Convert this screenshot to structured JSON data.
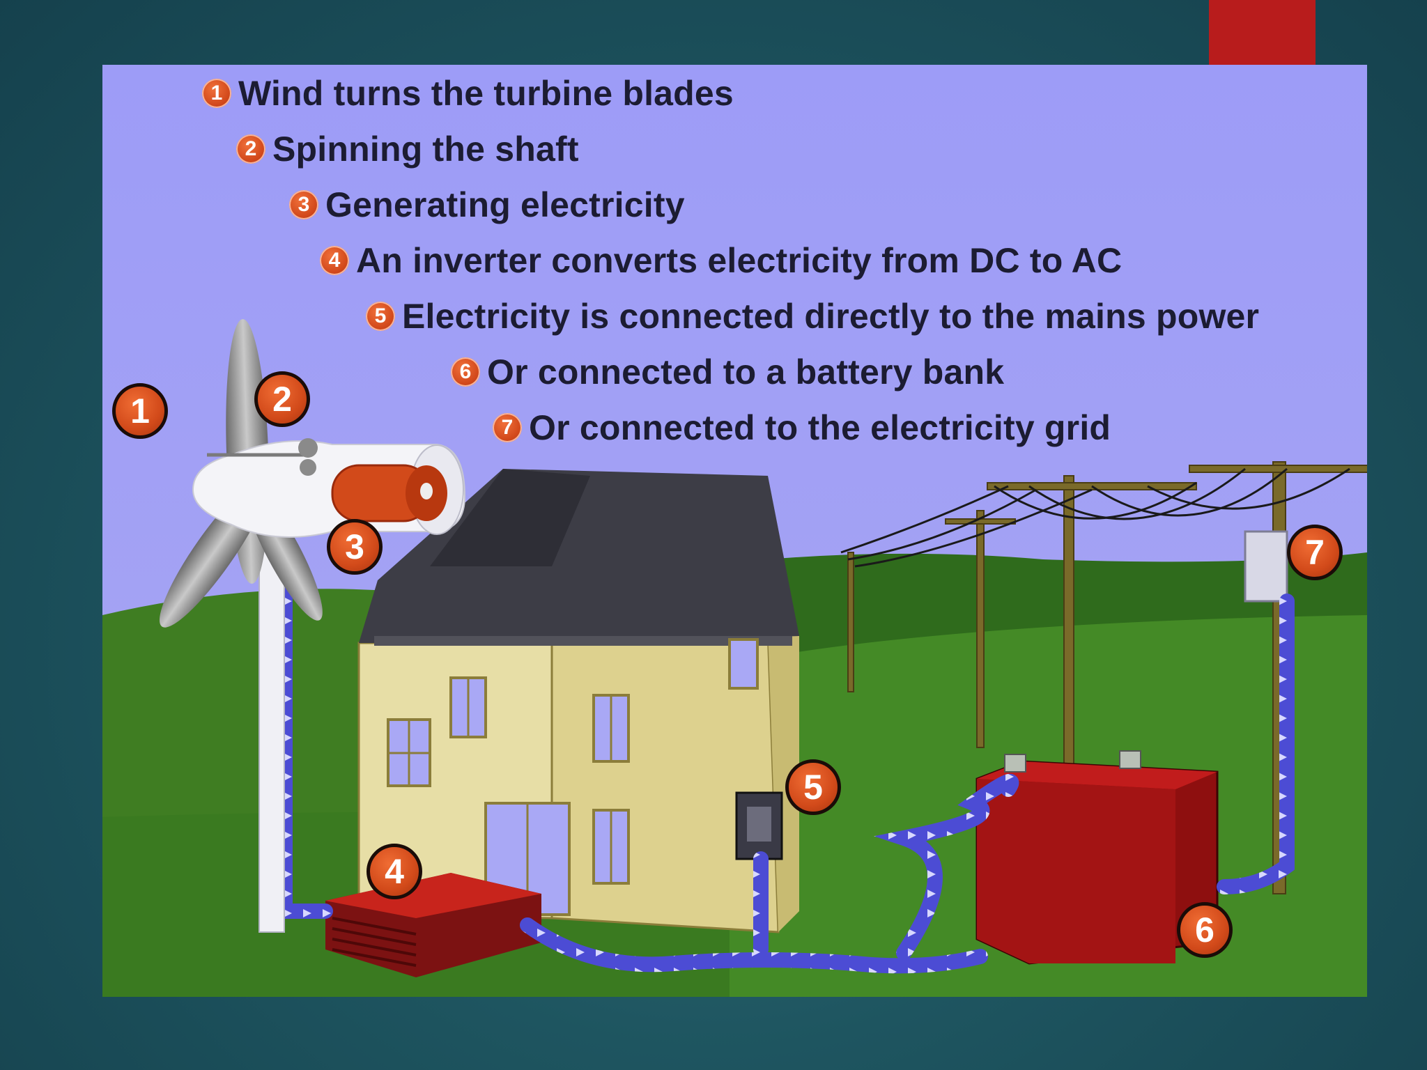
{
  "steps": [
    {
      "num": "1",
      "text": "Wind turns the turbine blades"
    },
    {
      "num": "2",
      "text": "Spinning the shaft"
    },
    {
      "num": "3",
      "text": "Generating electricity"
    },
    {
      "num": "4",
      "text": "An inverter converts electricity from DC to AC"
    },
    {
      "num": "5",
      "text": "Electricity is connected directly to the mains power"
    },
    {
      "num": "6",
      "text": "Or connected to a battery bank"
    },
    {
      "num": "7",
      "text": "Or connected to the electricity grid"
    }
  ],
  "markers": {
    "blades": "1",
    "shaft": "2",
    "generator": "3",
    "inverter": "4",
    "mains_meter": "5",
    "battery": "6",
    "grid": "7"
  },
  "colors": {
    "slide_background": "#1e5560",
    "accent": "#b81c1c",
    "sky": "#9c9cf6",
    "grass": "#3f7d22",
    "badge": "#d34a1c",
    "cable": "#4d4dd6"
  }
}
